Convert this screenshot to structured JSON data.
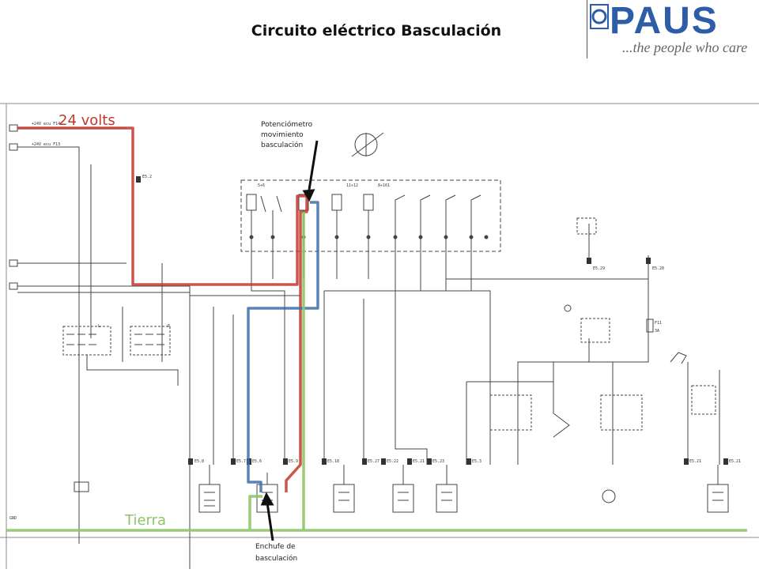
{
  "title": "Circuito eléctrico Basculación",
  "logo": {
    "brand": "PAUS",
    "tagline": "...the people who care",
    "colors": {
      "brand_blue": "#2e5da8",
      "tagline_gray": "#666666"
    }
  },
  "annotations": {
    "supply": "24 volts",
    "ground": "Tierra",
    "potentiometer": [
      "Potenciómetro",
      "movimiento",
      "basculación"
    ],
    "plug": [
      "Enchufe de",
      "basculación"
    ]
  },
  "wire_colors": {
    "positive_24v": "#c0392b",
    "signal": "#3d6fa8",
    "ground": "#8fc566"
  },
  "schematic_labels": {
    "rail_top": "+24V ecu F14",
    "rail_second": "+24V ecu F13",
    "rail_gnd": "GND",
    "fuse": "F11",
    "fuse_rating": "3A",
    "module_groups": [
      "5÷6",
      "11÷12",
      "8÷161"
    ],
    "relay_l": "L",
    "relay_r": "R",
    "connectors": [
      "E5.2",
      "E5.8",
      "E5.7",
      "E5.6",
      "E5.9",
      "E5.18",
      "E5.27",
      "E5.22",
      "E5.21",
      "E5.23",
      "E5.3",
      "E5.29",
      "E5.20",
      "E5.21",
      "E5.21"
    ]
  }
}
